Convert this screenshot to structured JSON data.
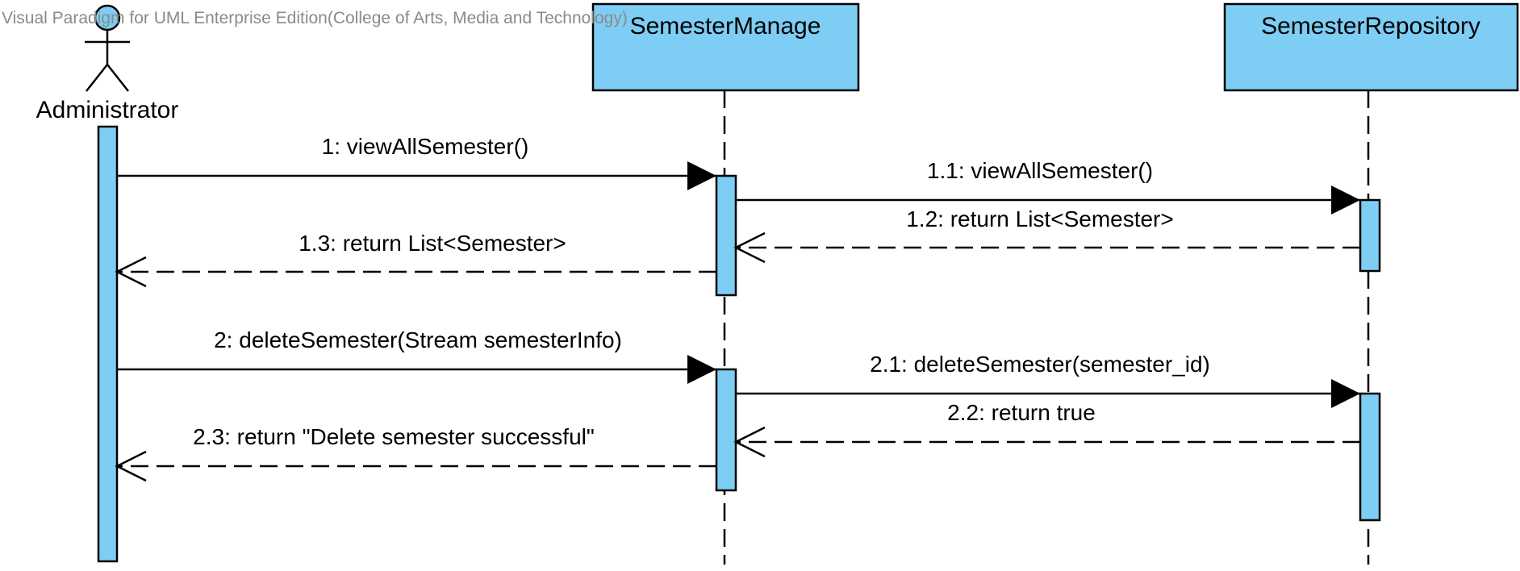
{
  "watermark": "Visual Paradigm for UML Enterprise Edition(College of Arts, Media and Technology)",
  "colors": {
    "fill": "#7ecdf4",
    "stroke": "#000000"
  },
  "actor": {
    "name": "Administrator",
    "icon": "stick-figure-icon"
  },
  "lifelines": [
    {
      "name": "SemesterManage"
    },
    {
      "name": "SemesterRepository"
    }
  ],
  "messages": [
    {
      "label": "1: viewAllSemester()",
      "kind": "synchronous"
    },
    {
      "label": "1.1: viewAllSemester()",
      "kind": "synchronous"
    },
    {
      "label": "1.2: return List<Semester>",
      "kind": "return"
    },
    {
      "label": "1.3: return List<Semester>",
      "kind": "return"
    },
    {
      "label": "2: deleteSemester(Stream semesterInfo)",
      "kind": "synchronous"
    },
    {
      "label": "2.1: deleteSemester(semester_id)",
      "kind": "synchronous"
    },
    {
      "label": "2.2: return true",
      "kind": "return"
    },
    {
      "label": "2.3: return \"Delete semester successful\"",
      "kind": "return"
    }
  ]
}
